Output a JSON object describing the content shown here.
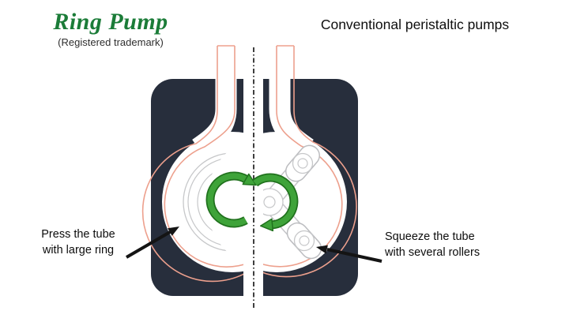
{
  "header": {
    "brand_title": "Ring Pump",
    "brand_subtitle": "(Registered trademark)",
    "right_title": "Conventional peristaltic pumps"
  },
  "diagram": {
    "left_caption_line1": "Press the tube",
    "left_caption_line2": "with large ring",
    "right_caption_line1": "Squeeze the tube",
    "right_caption_line2": "with several rollers",
    "rotation_direction": "clockwise"
  },
  "icons": {
    "rotation_left": "clockwise-rotation-arrow",
    "rotation_right": "clockwise-rotation-arrow",
    "pointer_left": "black-pointer-arrow",
    "pointer_right": "black-pointer-arrow"
  },
  "colors": {
    "brand_green": "#1b7c38",
    "housing": "#272e3c",
    "tube_outline": "#eda08d",
    "mechanism_line": "#c6c7c9",
    "mechanism_line_faint": "#d6d7d9",
    "rotation_arrow": "#3ea339",
    "rotation_arrow_edge": "#20711d",
    "centerline": "#2a2a2a",
    "pointer_black": "#141414",
    "background": "#ffffff"
  }
}
